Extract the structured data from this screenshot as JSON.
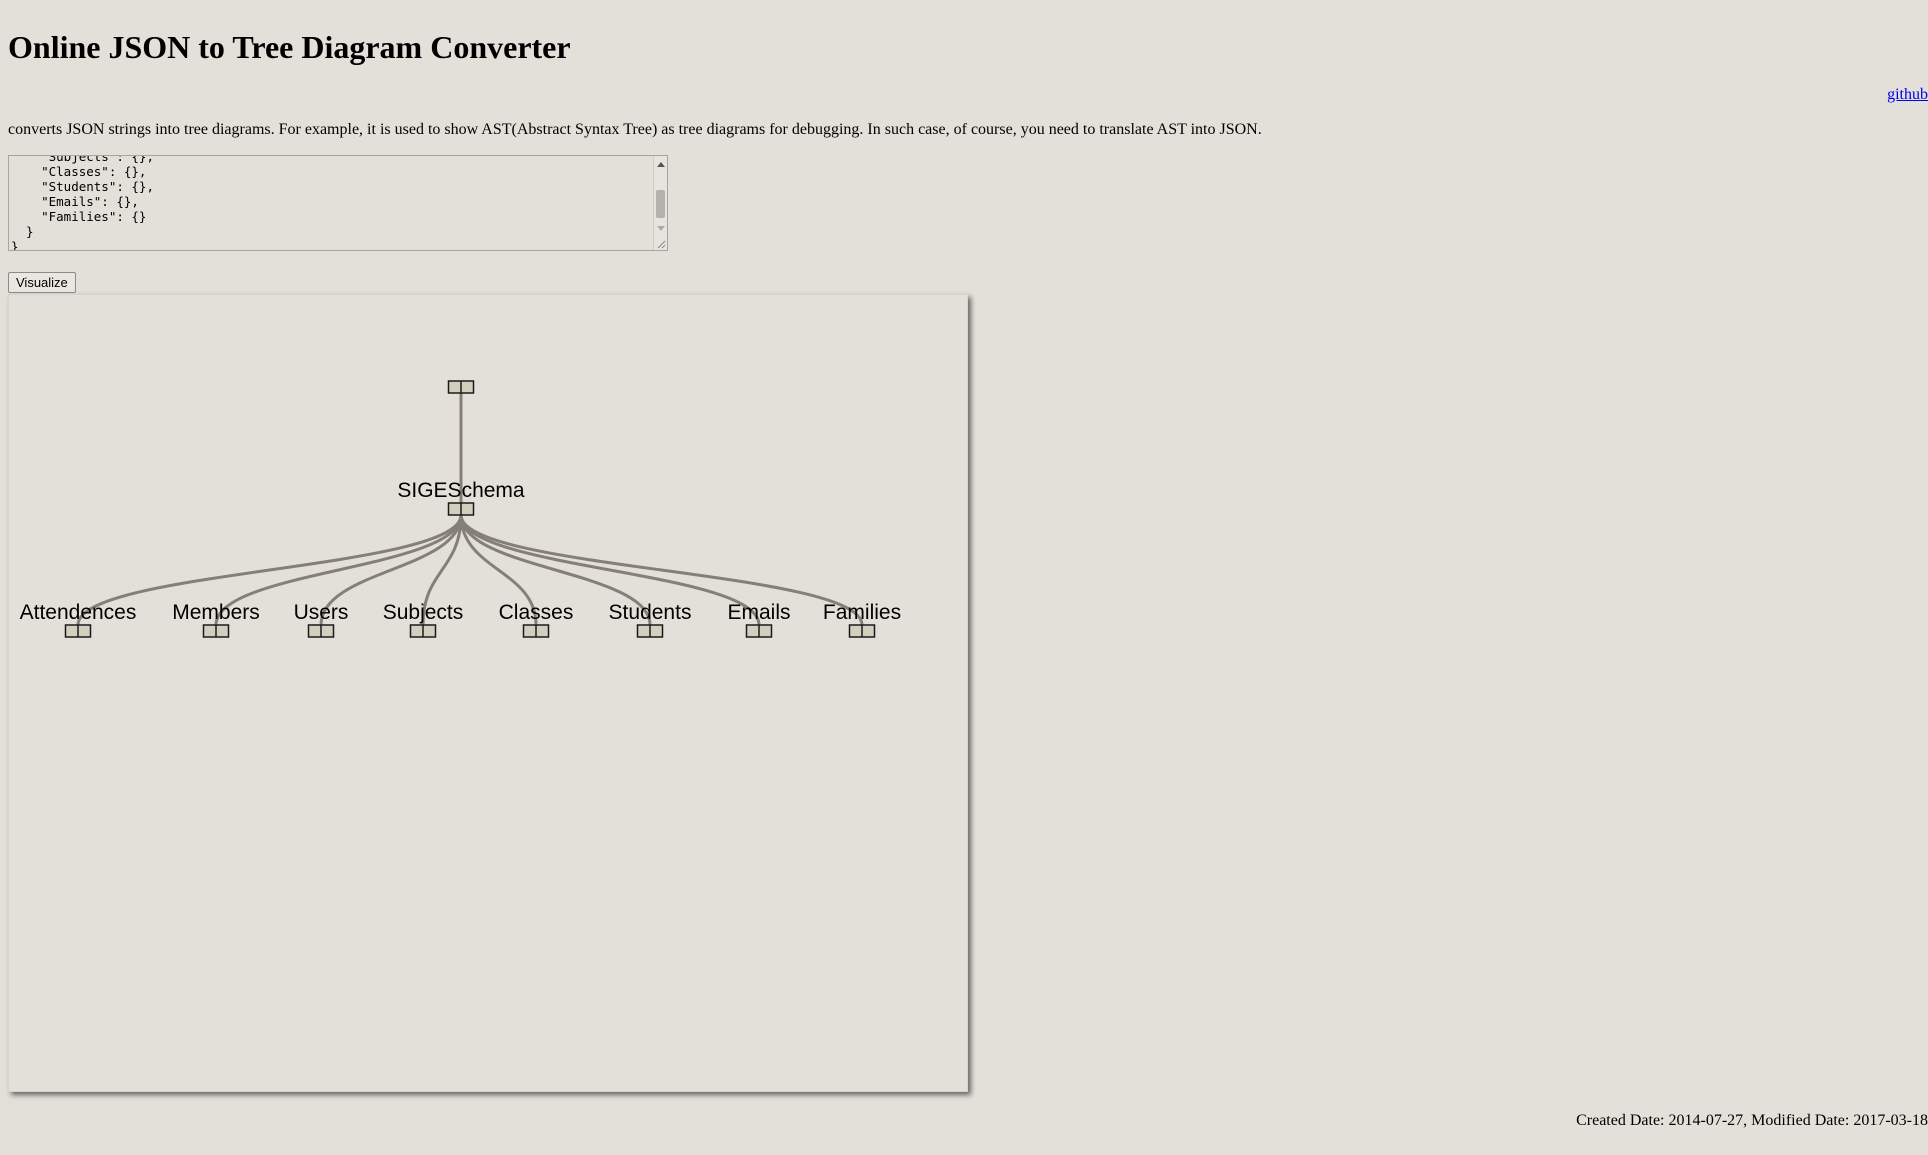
{
  "header": {
    "title": "Online JSON to Tree Diagram Converter",
    "github_label": "github"
  },
  "description": "converts JSON strings into tree diagrams. For example, it is used to show AST(Abstract Syntax Tree) as tree diagrams for debugging. In such case, of course, you need to translate AST into JSON.",
  "json_input": {
    "value": "    \"Subjects\": {},\n    \"Classes\": {},\n    \"Students\": {},\n    \"Emails\": {},\n    \"Families\": {}\n  }\n}"
  },
  "visualize_button_label": "Visualize",
  "tree": {
    "root": {
      "label": "",
      "children": [
        {
          "label": "SIGESchema",
          "children": [
            {
              "label": "Attendences"
            },
            {
              "label": "Members"
            },
            {
              "label": "Users"
            },
            {
              "label": "Subjects"
            },
            {
              "label": "Classes"
            },
            {
              "label": "Students"
            },
            {
              "label": "Emails"
            },
            {
              "label": "Families"
            }
          ]
        }
      ]
    },
    "colors": {
      "link": "#848079",
      "node_fill": "#d1d0bf",
      "node_stroke": "#1a1a1a"
    }
  },
  "footer": "Created Date: 2014-07-27, Modified Date: 2017-03-18"
}
